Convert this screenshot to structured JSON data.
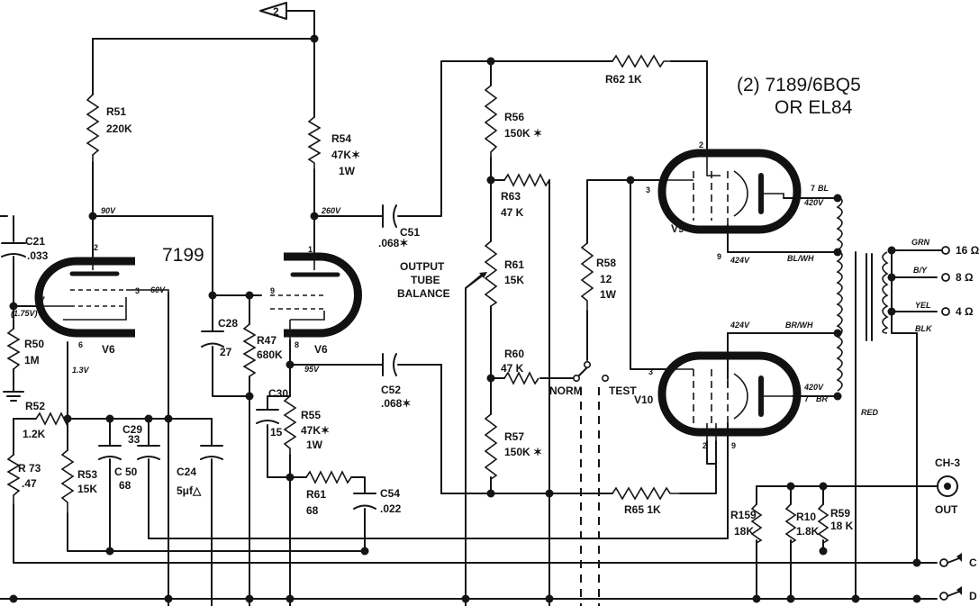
{
  "tube_types": {
    "title_line1": "(2) 7189/6BQ5",
    "title_line2": "OR EL84",
    "preamp_tube": "7199"
  },
  "tubes": {
    "v6_left": "V6",
    "v6_right": "V6",
    "v9": "V9",
    "v10": "V10"
  },
  "resistors": {
    "r51": [
      "R51",
      "220K"
    ],
    "r54": [
      "R54",
      "47K✶",
      "1W"
    ],
    "r50": [
      "R50",
      "1M"
    ],
    "r52": [
      "R52",
      "1.2K"
    ],
    "r73": [
      "R 73",
      ".47"
    ],
    "r53": [
      "R53",
      "15K"
    ],
    "r47": [
      "R47",
      "680K"
    ],
    "r55": [
      "R55",
      "47K✶",
      "1W"
    ],
    "r61b": [
      "R61",
      "68"
    ],
    "r56": [
      "R56",
      "150K ✶"
    ],
    "r63": [
      "R63",
      "47 K"
    ],
    "r61": [
      "R61",
      "15K"
    ],
    "r60": [
      "R60",
      "47 K"
    ],
    "r57": [
      "R57",
      "150K ✶"
    ],
    "r58": [
      "R58",
      "12",
      "1W"
    ],
    "r62": "R62  1K",
    "r65": "R65   1K",
    "r159": [
      "R159",
      "18K"
    ],
    "r10": [
      "R10",
      "1.8K"
    ],
    "r59": [
      "R59",
      "18 K"
    ]
  },
  "capacitors": {
    "c21": [
      "C21",
      ".033"
    ],
    "c51": [
      "C51",
      ".068✶"
    ],
    "c28": [
      "C28",
      "27"
    ],
    "c30": [
      "C30",
      "15"
    ],
    "c52": [
      "C52",
      ".068✶"
    ],
    "c29": [
      "C29",
      "33"
    ],
    "c50": [
      "C 50",
      "68"
    ],
    "c24": [
      "C24",
      "5μf△"
    ],
    "c54": [
      "C54",
      ".022"
    ]
  },
  "voltages": {
    "v90": "90V",
    "v260": "260V",
    "v60": "60V",
    "v175": "(1.75V)",
    "v13": "1.3V",
    "v95": "95V",
    "v424a": "424V",
    "v424b": "424V",
    "v420a": "420V",
    "v420b": "420V"
  },
  "wires": {
    "bl": "BL",
    "bl_wh": "BL/WH",
    "br_wh": "BR/WH",
    "br": "BR",
    "grn": "GRN",
    "by": "B/Y",
    "yel": "YEL",
    "blk": "BLK",
    "red": "RED"
  },
  "outputs": {
    "ohm16": "16 Ω",
    "ohm8": "8 Ω",
    "ohm4": "4 Ω",
    "ch3": "CH-3",
    "out": "OUT",
    "c": "C",
    "d": "D"
  },
  "controls": {
    "balance_line1": "OUTPUT",
    "balance_line2": "TUBE",
    "balance_line3": "BALANCE",
    "norm": "NORM",
    "test": "TEST"
  },
  "pins": {
    "l2": "2",
    "l3": "3",
    "l6": "6",
    "l7": "7",
    "r1": "1",
    "r9": "9",
    "r8": "8",
    "v9_2": "2",
    "v9_3": "3",
    "v9_7": "7",
    "v9_9": "9",
    "v10_3": "3",
    "v10_7": "7",
    "v10_2": "2",
    "v10_9": "9"
  },
  "ref_flag": "2"
}
